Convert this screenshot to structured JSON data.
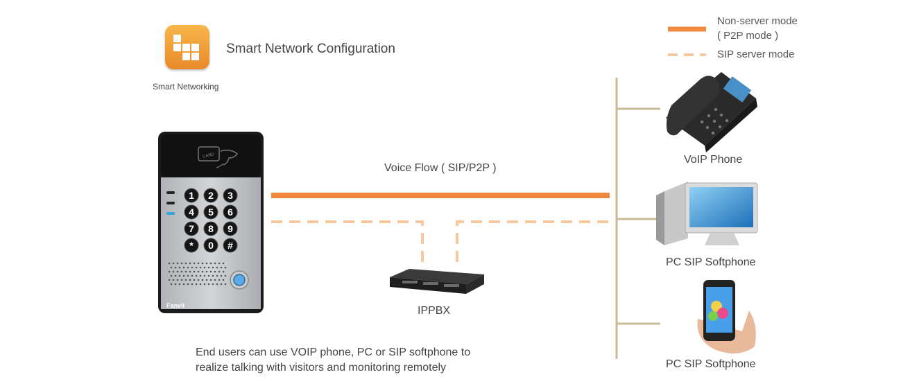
{
  "header": {
    "app_icon": "smart-networking-grid-icon",
    "app_label": "Smart Networking",
    "title": "Smart Network Configuration"
  },
  "legend": {
    "solid_label_line1": "Non-server mode",
    "solid_label_line2": "( P2P mode )",
    "dashed_label": "SIP server mode"
  },
  "flow_label": "Voice Flow ( SIP/P2P )",
  "intercom": {
    "card_text": "CARD",
    "brand": "Fanvil",
    "keys": [
      "1",
      "2",
      "3",
      "4",
      "5",
      "6",
      "7",
      "8",
      "9",
      "*",
      "0",
      "#"
    ]
  },
  "ippbx": {
    "label": "IPPBX"
  },
  "endpoints": [
    {
      "label": "VoIP Phone",
      "icon": "voip-phone-icon"
    },
    {
      "label": "PC SIP Softphone",
      "icon": "desktop-pc-icon"
    },
    {
      "label": "PC SIP Softphone",
      "icon": "smartphone-icon"
    }
  ],
  "caption": {
    "line1": "End users can use VOIP phone, PC or SIP softphone to",
    "line2": "realize talking with visitors and monitoring remotely"
  },
  "colors": {
    "solid_line": "#f0883e",
    "dashed_line": "#f7c89d",
    "bus": "#c9bb98",
    "icon_orange": "#f2a23a"
  }
}
